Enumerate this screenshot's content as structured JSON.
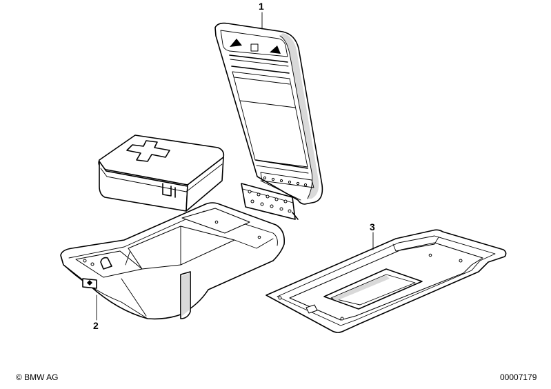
{
  "callouts": [
    {
      "id": "1",
      "label": "1"
    },
    {
      "id": "2",
      "label": "2"
    },
    {
      "id": "3",
      "label": "3"
    }
  ],
  "footer": {
    "copyright": "© BMW AG",
    "diagram_number": "00007179"
  }
}
